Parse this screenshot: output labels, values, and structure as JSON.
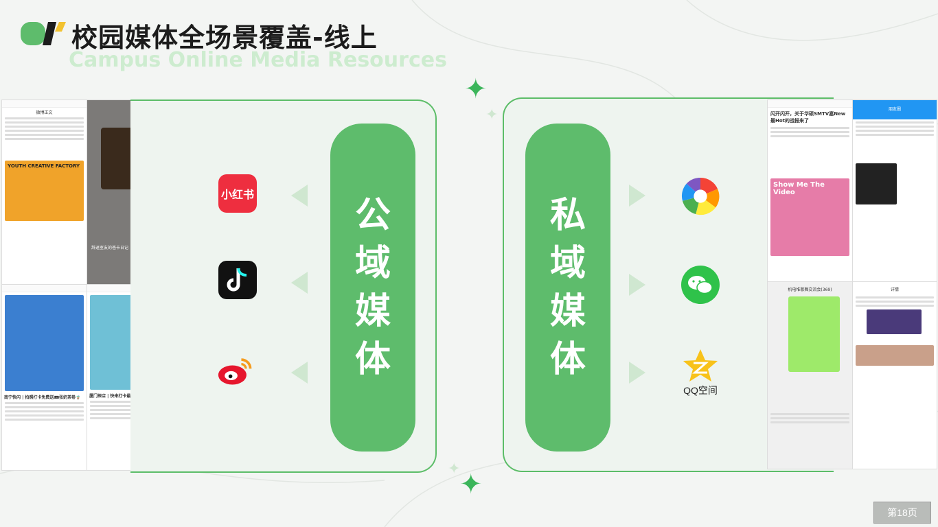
{
  "header": {
    "title": "校园媒体全场景覆盖-线上",
    "subtitle": "Campus Online Media Resources"
  },
  "public_domain": {
    "label_chars": [
      "公",
      "域",
      "媒",
      "体"
    ],
    "apps": [
      {
        "name": "xiaohongshu-icon",
        "text": "小红书"
      },
      {
        "name": "douyin-icon"
      },
      {
        "name": "weibo-icon"
      }
    ],
    "screenshots": {
      "weibo_post": {
        "header": "微博正文",
        "text": "YOUTH CREATIVE FACTORY"
      },
      "xhs_video": {
        "caption": "辞退室友的爸卡日记"
      },
      "xhs_note_1": {
        "title": "南宁快闪 | 拍照打卡免费送🎟张奶茶卷🧋"
      },
      "xhs_note_2": {
        "title": "厦门探店 | 快来打卡最潮的X-STREET‼️"
      }
    }
  },
  "private_domain": {
    "label_chars": [
      "私",
      "域",
      "媒",
      "体"
    ],
    "apps": [
      {
        "name": "moments-icon"
      },
      {
        "name": "wechat-icon"
      },
      {
        "name": "qzone-icon",
        "text": "QQ空间"
      }
    ],
    "screenshots": {
      "article": {
        "title": "闪开闪开，关于华硕SMTV嘉New 最Hot的战报来了",
        "poster": "Show Me The Video"
      },
      "group_chat": {
        "title": "机电堆歌舞交流会(369)"
      },
      "moments": {
        "title": "朋友圈"
      },
      "qzone_feed": {
        "title": "详情"
      }
    }
  },
  "footer": {
    "page": "第18页"
  },
  "colors": {
    "accent": "#5ebc6c",
    "title": "#1c1c1c"
  }
}
